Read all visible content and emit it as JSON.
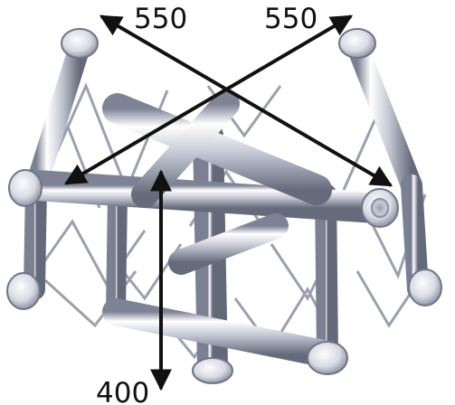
{
  "dimensions": {
    "width_left": "550",
    "width_right": "550",
    "height": "400"
  },
  "icons": {
    "truss": "truss-junction-icon",
    "arrow": "double-headed-arrow-icon"
  },
  "colors": {
    "background": "#ffffff",
    "arrow": "#111111",
    "label": "#111111",
    "truss_light": "#eef0f6",
    "truss_mid": "#aeb3c2",
    "truss_dark": "#6f7486"
  }
}
